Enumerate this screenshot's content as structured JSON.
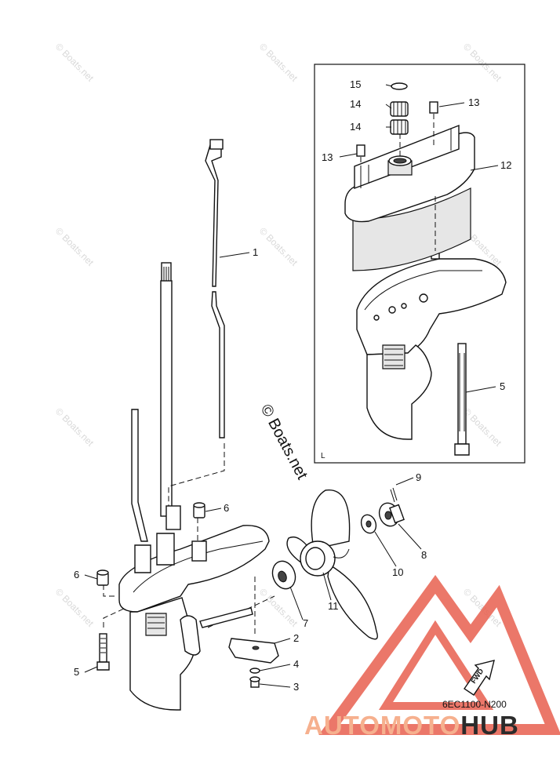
{
  "diagram": {
    "code": "6EC1100-N200",
    "fwd_label": "FWD",
    "box_label": "L",
    "watermark_center": "© Boats.net",
    "watermark_tile": "© Boats.net",
    "callouts": {
      "c1": "1",
      "c2": "2",
      "c3": "3",
      "c4": "4",
      "c5a": "5",
      "c5b": "5",
      "c6a": "6",
      "c6b": "6",
      "c7": "7",
      "c8": "8",
      "c9": "9",
      "c10": "10",
      "c11": "11",
      "c12": "12",
      "c13a": "13",
      "c13b": "13",
      "c14a": "14",
      "c14b": "14",
      "c15": "15"
    }
  },
  "brand": {
    "part1": "AUTOMOTO",
    "part2": "HUB",
    "color_auto": "#f6b08e",
    "color_hub": "#2b2b2b",
    "logo_color": "#e8604f"
  }
}
